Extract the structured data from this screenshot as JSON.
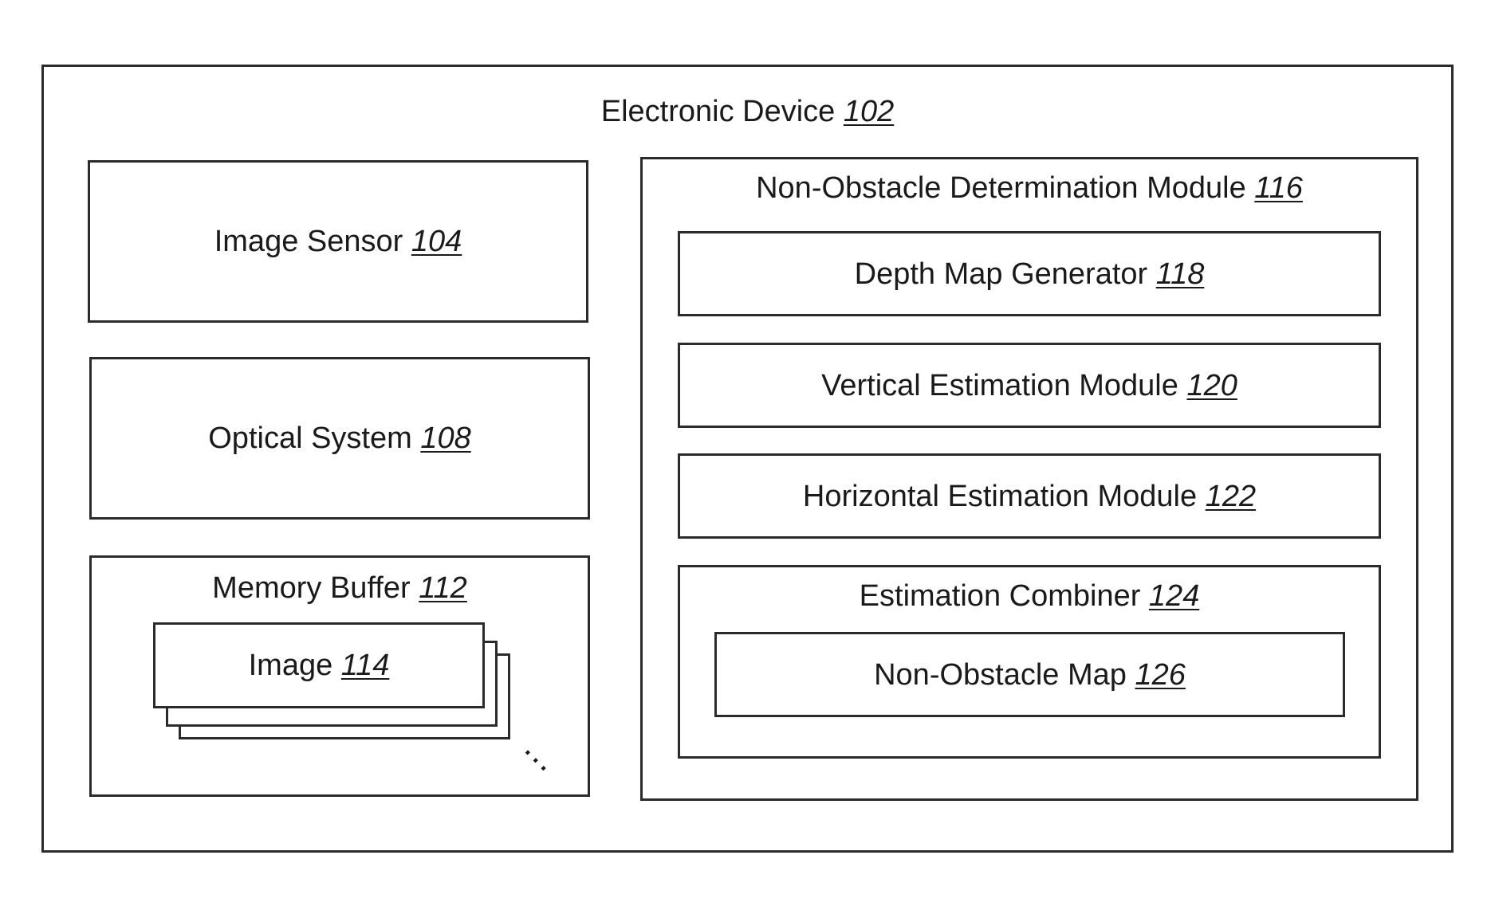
{
  "device": {
    "label": "Electronic Device",
    "ref": "102"
  },
  "image_sensor": {
    "label": "Image Sensor",
    "ref": "104"
  },
  "optical_system": {
    "label": "Optical System",
    "ref": "108"
  },
  "memory_buffer": {
    "label": "Memory Buffer",
    "ref": "112"
  },
  "image": {
    "label": "Image",
    "ref": "114"
  },
  "stack_more": "…",
  "module": {
    "label": "Non-Obstacle Determination Module",
    "ref": "116"
  },
  "depth_map": {
    "label": "Depth Map Generator",
    "ref": "118"
  },
  "vertical": {
    "label": "Vertical Estimation Module",
    "ref": "120"
  },
  "horizontal": {
    "label": "Horizontal Estimation Module",
    "ref": "122"
  },
  "combiner": {
    "label": "Estimation Combiner",
    "ref": "124"
  },
  "nonobstacle_map": {
    "label": "Non-Obstacle Map",
    "ref": "126"
  }
}
